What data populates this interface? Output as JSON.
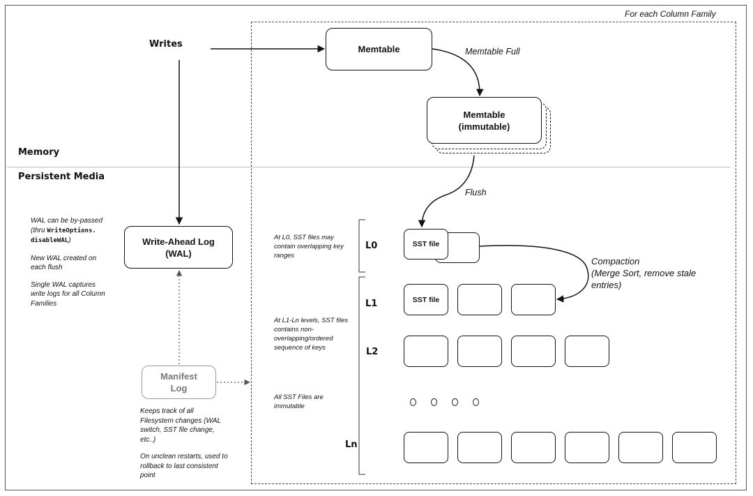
{
  "header": {
    "column_family_label": "For each Column Family"
  },
  "regions": {
    "memory": "Memory",
    "persistent": "Persistent Media"
  },
  "writes": "Writes",
  "memtable": "Memtable",
  "memtable_full": "Memtable Full",
  "memtable_immutable": {
    "line1": "Memtable",
    "line2": "(immutable)"
  },
  "flush": "Flush",
  "wal": {
    "line1": "Write-Ahead Log",
    "line2": "(WAL)"
  },
  "manifest": {
    "line1": "Manifest",
    "line2": "Log"
  },
  "wal_notes": {
    "n1_a": "WAL can be by-passed",
    "n1_b": "(thru ",
    "n1_code1": "WriteOptions.",
    "n1_code2": "disableWAL",
    "n1_c": ")",
    "n2_a": "New WAL created on",
    "n2_b": "each flush",
    "n3_a": "Single WAL captures",
    "n3_b": "write logs for all Column",
    "n3_c": "Families"
  },
  "manifest_notes": {
    "n1_a": "Keeps track of all",
    "n1_b": "Filesystem changes (WAL",
    "n1_c": "switch, SST file change,",
    "n1_d": "etc..)",
    "n2_a": "On unclean restarts, used to",
    "n2_b": "rollback to last consistent",
    "n2_c": "point"
  },
  "level_notes": {
    "l0_a": "At L0, SST files may",
    "l0_b": "contain overlapping key",
    "l0_c": "ranges",
    "ln_a": "At L1-Ln levels, SST files",
    "ln_b": "contains non-",
    "ln_c": "overlapping/ordered",
    "ln_d": "sequence of keys",
    "imm_a": "All SST Files are",
    "imm_b": "immutable"
  },
  "levels": {
    "l0": "L0",
    "l1": "L1",
    "l2": "L2",
    "ln": "Ln"
  },
  "sst_file": "SST file",
  "compaction": {
    "line1": "Compaction",
    "line2": "(Merge Sort, remove stale",
    "line3": "entries)"
  }
}
